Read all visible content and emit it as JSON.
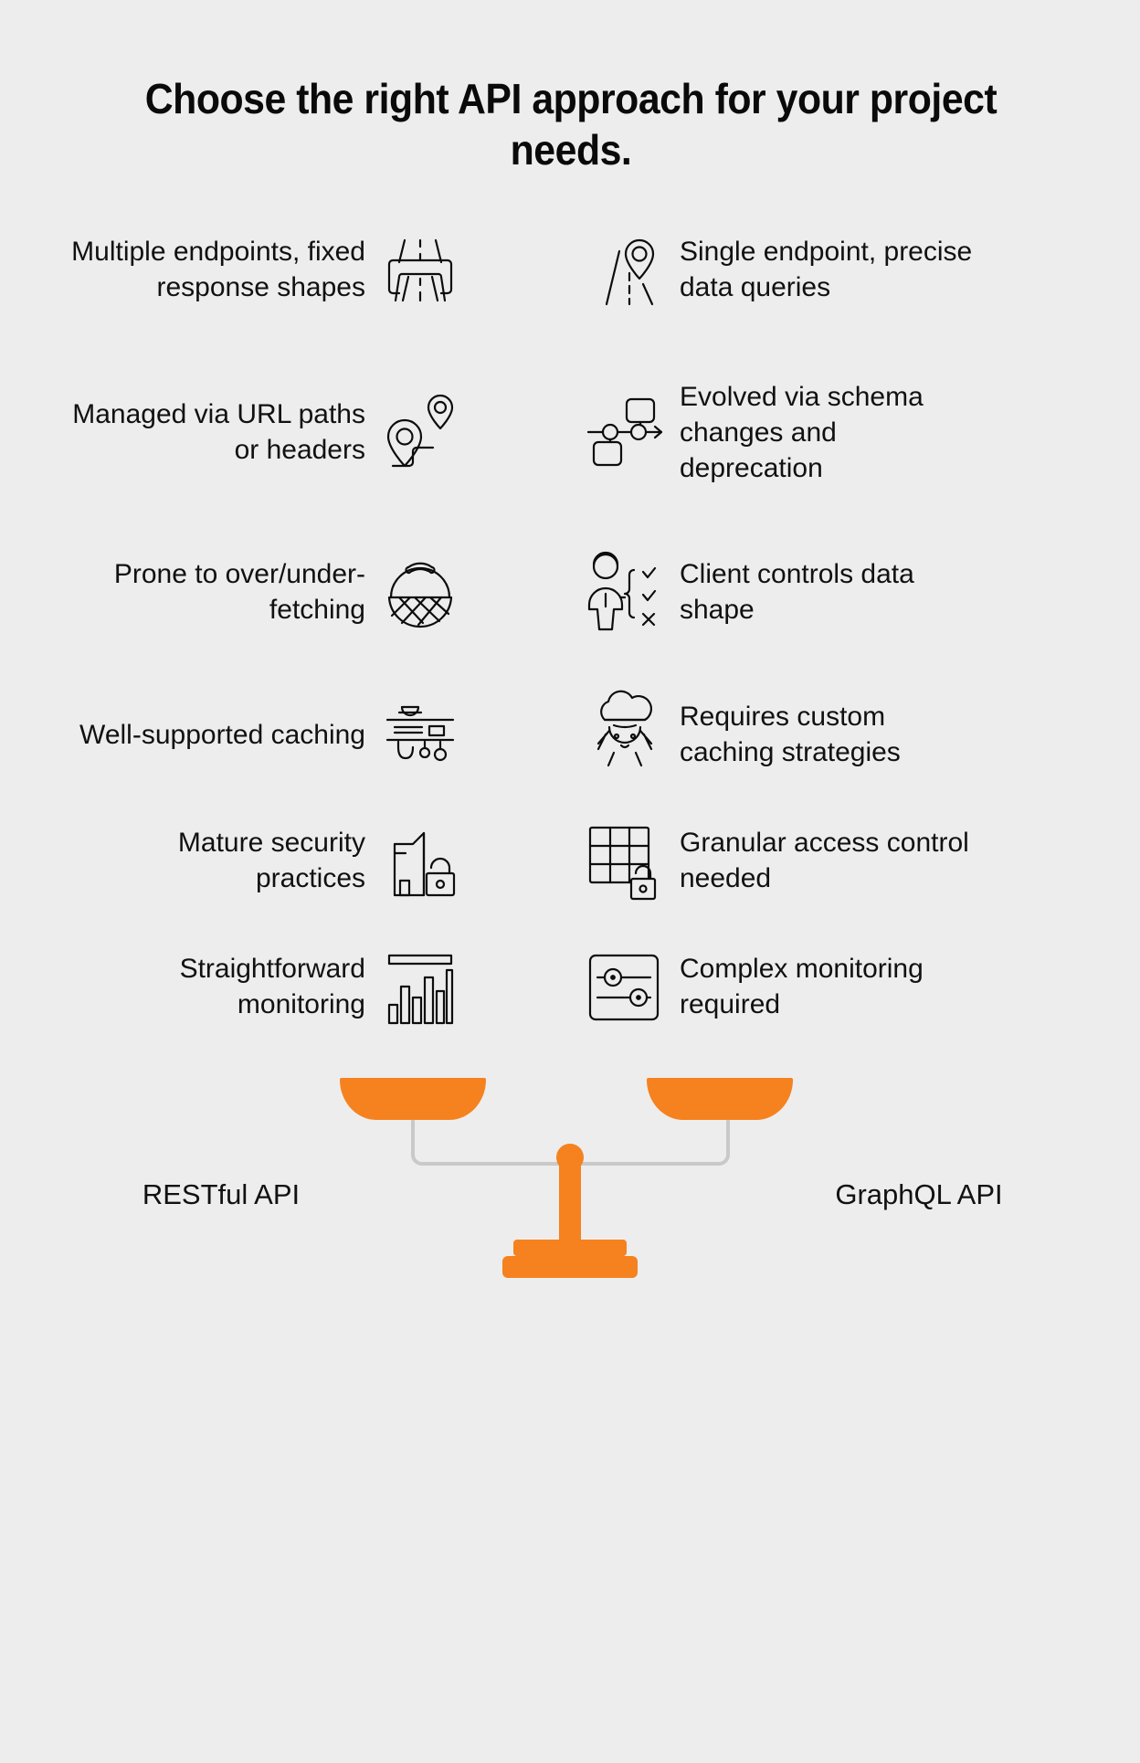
{
  "title": "Choose the right API approach for your project needs.",
  "colors": {
    "background": "#ededed",
    "text": "#111111",
    "accent_orange": "#f5821f",
    "icon_stroke": "#0d0d0d"
  },
  "left_column": {
    "name": "RESTful API",
    "items": [
      {
        "label": "Multiple endpoints, fixed response shapes",
        "icon": "road-highway-icon"
      },
      {
        "label": "Managed via URL paths or headers",
        "icon": "two-map-pins-path-icon"
      },
      {
        "label": "Prone to over/under-fetching",
        "icon": "basket-icon"
      },
      {
        "label": "Well-supported caching",
        "icon": "dish-shelf-icon"
      },
      {
        "label": "Mature security practices",
        "icon": "building-padlock-icon"
      },
      {
        "label": "Straightforward monitoring",
        "icon": "bar-chart-icon"
      }
    ]
  },
  "right_column": {
    "name": "GraphQL API",
    "items": [
      {
        "label": "Single endpoint, precise data queries",
        "icon": "road-map-pin-icon"
      },
      {
        "label": "Evolved via schema changes and deprecation",
        "icon": "schema-flow-icon"
      },
      {
        "label": "Client controls data shape",
        "icon": "person-checklist-icon"
      },
      {
        "label": "Requires custom caching strategies",
        "icon": "chef-hat-person-icon"
      },
      {
        "label": "Granular access control needed",
        "icon": "grid-padlock-icon"
      },
      {
        "label": "Complex monitoring required",
        "icon": "sliders-panel-icon"
      }
    ]
  },
  "scale": {
    "left_label": "RESTful API",
    "right_label": "GraphQL API",
    "icon": "balance-scale-icon"
  }
}
